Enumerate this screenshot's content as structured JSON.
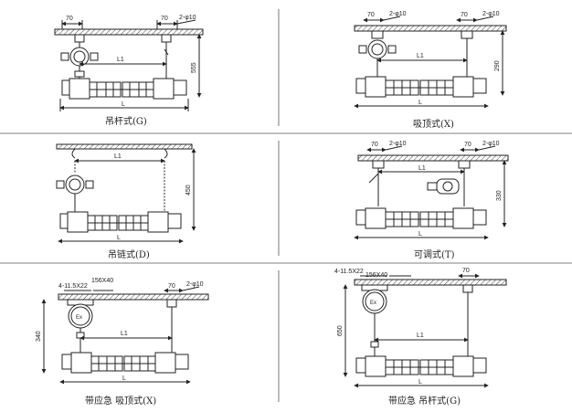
{
  "panels": [
    {
      "caption": "吊杆式(G)",
      "dims": {
        "left_offset": "70",
        "right_offset": "70",
        "holes": "2-φ10",
        "span": "L1",
        "height": "555",
        "length": "L"
      }
    },
    {
      "caption": "吸顶式(X)",
      "dims": {
        "left_offset": "70",
        "right_offset": "70",
        "holes": "2-φ10",
        "span": "L1",
        "height": "290",
        "length": "L"
      }
    },
    {
      "caption": "吊链式(D)",
      "dims": {
        "span": "L1",
        "height": "450",
        "length": "L"
      }
    },
    {
      "caption": "可调式(T)",
      "dims": {
        "left_offset": "70",
        "right_offset": "70",
        "holes": "2-φ10",
        "span": "L1",
        "height": "330",
        "length": "L"
      }
    },
    {
      "caption": "带应急 吸顶式(X)",
      "dims": {
        "mount_holes": "4-11.5X22",
        "box_size": "156X40",
        "right_offset": "70",
        "holes": "2-φ10",
        "span": "L1",
        "height": "340",
        "length": "L",
        "box_mark": "Ex"
      }
    },
    {
      "caption": "带应急 吊杆式(G)",
      "dims": {
        "mount_holes": "4-11.5X22",
        "box_size": "156X40",
        "right_offset": "70",
        "span": "L1",
        "height": "650",
        "length": "L",
        "box_mark": "Ex"
      }
    }
  ]
}
